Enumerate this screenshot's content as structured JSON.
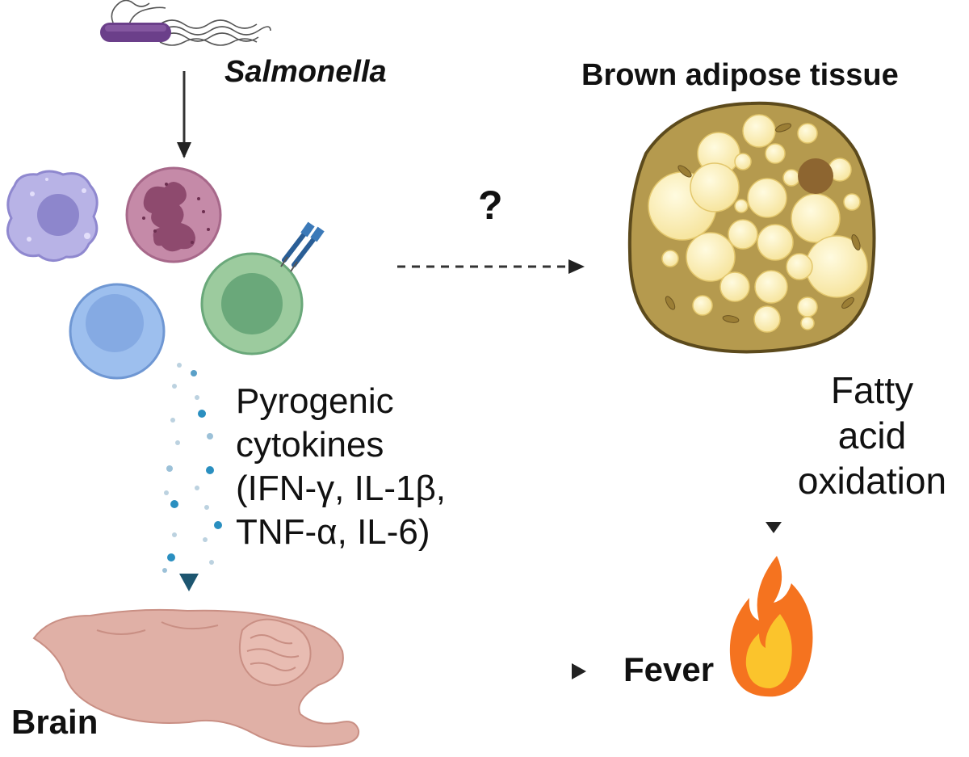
{
  "labels": {
    "salmonella": "Salmonella",
    "brown_adipose_tissue": "Brown adipose tissue",
    "question": "?",
    "cytokines": [
      "Pyrogenic",
      "cytokines",
      "(IFN-γ, IL-1β,",
      "TNF-α, IL-6)"
    ],
    "fatty_acid_oxidation": [
      "Fatty",
      "acid",
      "oxidation"
    ],
    "fever": "Fever",
    "brain": "Brain"
  },
  "icons": [
    "bacterium-icon",
    "macrophage-icon",
    "neutrophil-icon",
    "t-cell-icon",
    "b-cell-icon",
    "adipocyte-icon",
    "brain-icon",
    "flame-icon"
  ],
  "colors": {
    "bacterium": "#6b3f8a",
    "macrophage": "#b8b3e6",
    "neutrophil": "#c58aa8",
    "t_cell": "#9ccb9e",
    "b_cell": "#9dbfee",
    "adipocyte": "#b59a4e",
    "lipid": "#fbefb4",
    "brain": "#e0b0a6",
    "cytokine_arrow": "#1d5670",
    "flame_outer": "#f5731f",
    "flame_inner": "#fbc42c"
  }
}
